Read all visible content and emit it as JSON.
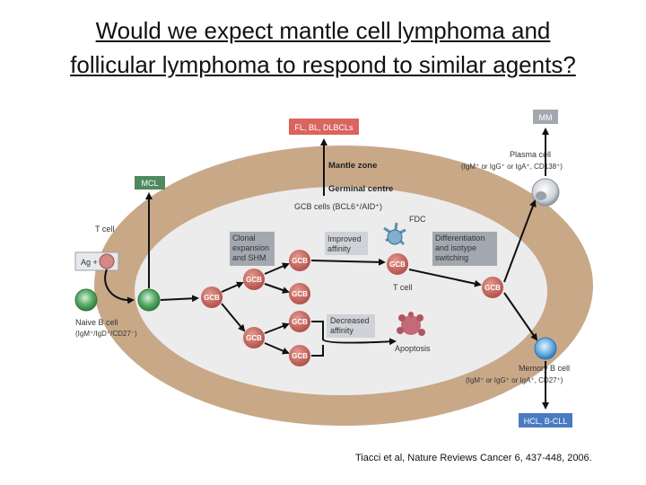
{
  "slide": {
    "title_line1": "Would we expect mantle cell lymphoma and",
    "title_line2": "follicular lymphoma to respond to similar agents?",
    "citation": "Tiacci et al, Nature Reviews Cancer 6, 437-448, 2006."
  },
  "diagram": {
    "top_box": "FL, BL, DLBCLs",
    "mm_box": "MM",
    "mcl_box": "MCL",
    "hcl_box": "HCL, B-CLL",
    "mantle_zone": "Mantle zone",
    "germinal_centre": "Germinal centre",
    "gcb_cells": "GCB cells (BCL6⁺/AID⁺)",
    "plasma_cell_line1": "Plasma cell",
    "plasma_cell_line2": "(IgM⁺ or IgG⁺ or IgA⁺, CD138⁺)",
    "t_cell": "T cell",
    "ag": "Ag +",
    "naive_line1": "Naive B cell",
    "naive_line2": "(IgM⁺/IgD⁺/CD27⁻)",
    "clonal_line1": "Clonal",
    "clonal_line2": "expansion",
    "clonal_line3": "and SHM",
    "improved_line1": "Improved",
    "improved_line2": "affinity",
    "fdc": "FDC",
    "diff_line1": "Differentiation",
    "diff_line2": "and isotype",
    "diff_line3": "switching",
    "t_cell_inner": "T cell",
    "decreased_line1": "Decreased",
    "decreased_line2": "affinity",
    "apoptosis": "Apoptosis",
    "memory_line1": "Memory B cell",
    "memory_line2": "(IgM⁺ or IgG⁺ or IgA⁺, CD27⁺)",
    "gcb": "GCB"
  },
  "colors": {
    "outer_oval": "#c9a888",
    "inner_oval": "#ececec",
    "red_box": "#d9655e",
    "green_box": "#4f8a5f",
    "blue_box": "#4a7bc2",
    "gray_box": "#a3a8b0",
    "gcb_cell": "#c86a60"
  }
}
